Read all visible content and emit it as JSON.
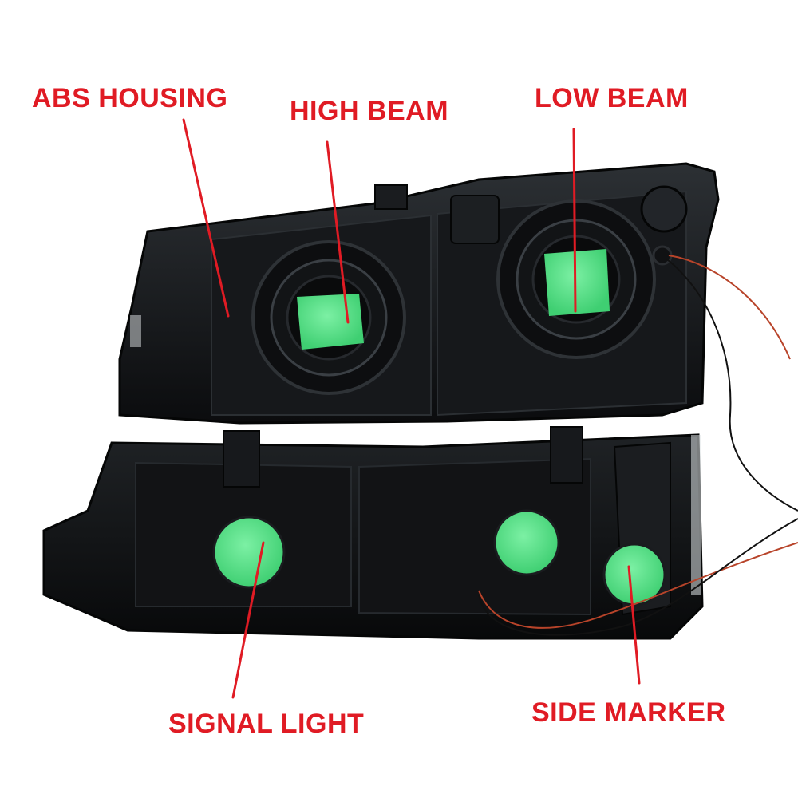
{
  "labels": {
    "abs_housing": "ABS HOUSING",
    "high_beam": "HIGH BEAM",
    "low_beam": "LOW BEAM",
    "signal_light": "SIGNAL LIGHT",
    "side_marker": "SIDE MARKER"
  },
  "colors": {
    "label_text": "#e01b24",
    "leader_line": "#e01b24",
    "housing": "#121416",
    "highlight": "#58e08a",
    "background": "#ffffff"
  },
  "icons": {
    "wires": "wire-harness-icon"
  }
}
